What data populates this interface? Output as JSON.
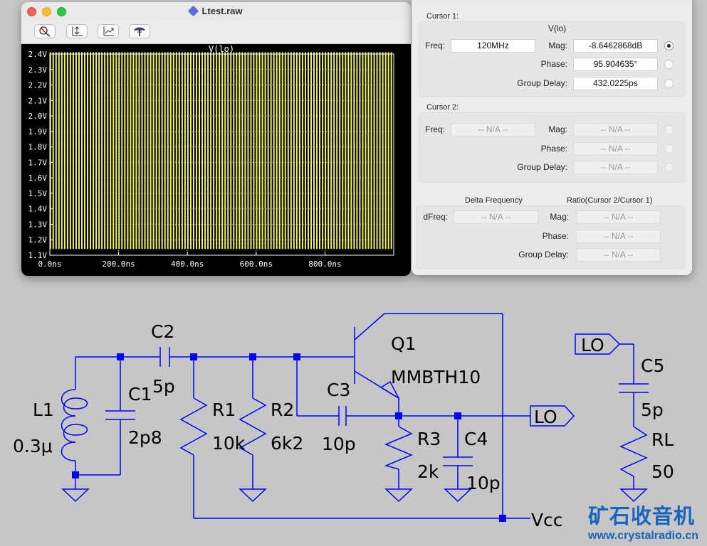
{
  "plot_window": {
    "title": "Ltest.raw",
    "toolbar": [
      {
        "icon": "zoom-reset-icon"
      },
      {
        "icon": "autorange-icon"
      },
      {
        "icon": "pan-icon"
      },
      {
        "icon": "probe-icon"
      }
    ],
    "trace_label": "V(lo)",
    "colors": {
      "trace": "#f0f070",
      "axis": "#ffffff",
      "background": "#000000"
    }
  },
  "chart_data": {
    "type": "line",
    "title": "V(lo)",
    "x_tick_labels": [
      "0.0ns",
      "200.0ns",
      "400.0ns",
      "600.0ns",
      "800.0ns"
    ],
    "y_tick_labels": [
      "2.4V",
      "2.3V",
      "2.2V",
      "2.1V",
      "2.0V",
      "1.9V",
      "1.8V",
      "1.7V",
      "1.6V",
      "1.5V",
      "1.4V",
      "1.3V",
      "1.2V",
      "1.1V"
    ],
    "xlim": [
      0,
      1000
    ],
    "ylim": [
      1.1,
      2.4
    ],
    "x_unit": "ns",
    "y_unit": "V",
    "series": [
      {
        "name": "V(lo)",
        "frequency_MHz": 120,
        "min_V": 1.14,
        "max_V": 2.41,
        "cycles": 120
      }
    ],
    "grid": "dotted"
  },
  "cursor_window": {
    "cursor1": {
      "label": "Cursor 1:",
      "trace": "V(lo)",
      "freq_label": "Freq:",
      "freq_value": "120MHz",
      "mag_label": "Mag:",
      "mag_value": "-8.6462868dB",
      "phase_label": "Phase:",
      "phase_value": "95.904635°",
      "gd_label": "Group Delay:",
      "gd_value": "432.0225ps"
    },
    "cursor2": {
      "label": "Cursor 2:",
      "freq_label": "Freq:",
      "freq_value": "-- N/A --",
      "mag_label": "Mag:",
      "mag_value": "-- N/A --",
      "phase_label": "Phase:",
      "phase_value": "-- N/A --",
      "gd_label": "Group Delay:",
      "gd_value": "-- N/A --"
    },
    "delta": {
      "header_freq": "Delta Frequency",
      "header_ratio": "Ratio(Cursor 2/Cursor 1)",
      "dfreq_label": "dFreq:",
      "dfreq_value": "-- N/A --",
      "mag_label": "Mag:",
      "mag_value": "-- N/A --",
      "phase_label": "Phase:",
      "phase_value": "-- N/A --",
      "gd_label": "Group Delay:",
      "gd_value": "-- N/A --"
    }
  },
  "schematic": {
    "wire_color": "#0000ff",
    "labels": {
      "c2": "C2",
      "c2_val": "5p",
      "c1": "C1",
      "c1_val": "2p8",
      "l1": "L1",
      "l1_val": "0.3μ",
      "r1": "R1",
      "r1_val": "10k",
      "r2": "R2",
      "r2_val": "6k2",
      "c3": "C3",
      "c3_val": "10p",
      "q1": "Q1",
      "q1_val": "MMBTH10",
      "r3": "R3",
      "r3_val": "2k",
      "c4": "C4",
      "c4_val": "10p",
      "c5": "C5",
      "c5_val": "5p",
      "rl": "RL",
      "rl_val": "50",
      "vcc": "Vcc",
      "lo_out": "LO",
      "lo_in": "LO"
    }
  },
  "watermark": {
    "text": "矿石收音机",
    "url": "www.crystalradio.cn"
  }
}
